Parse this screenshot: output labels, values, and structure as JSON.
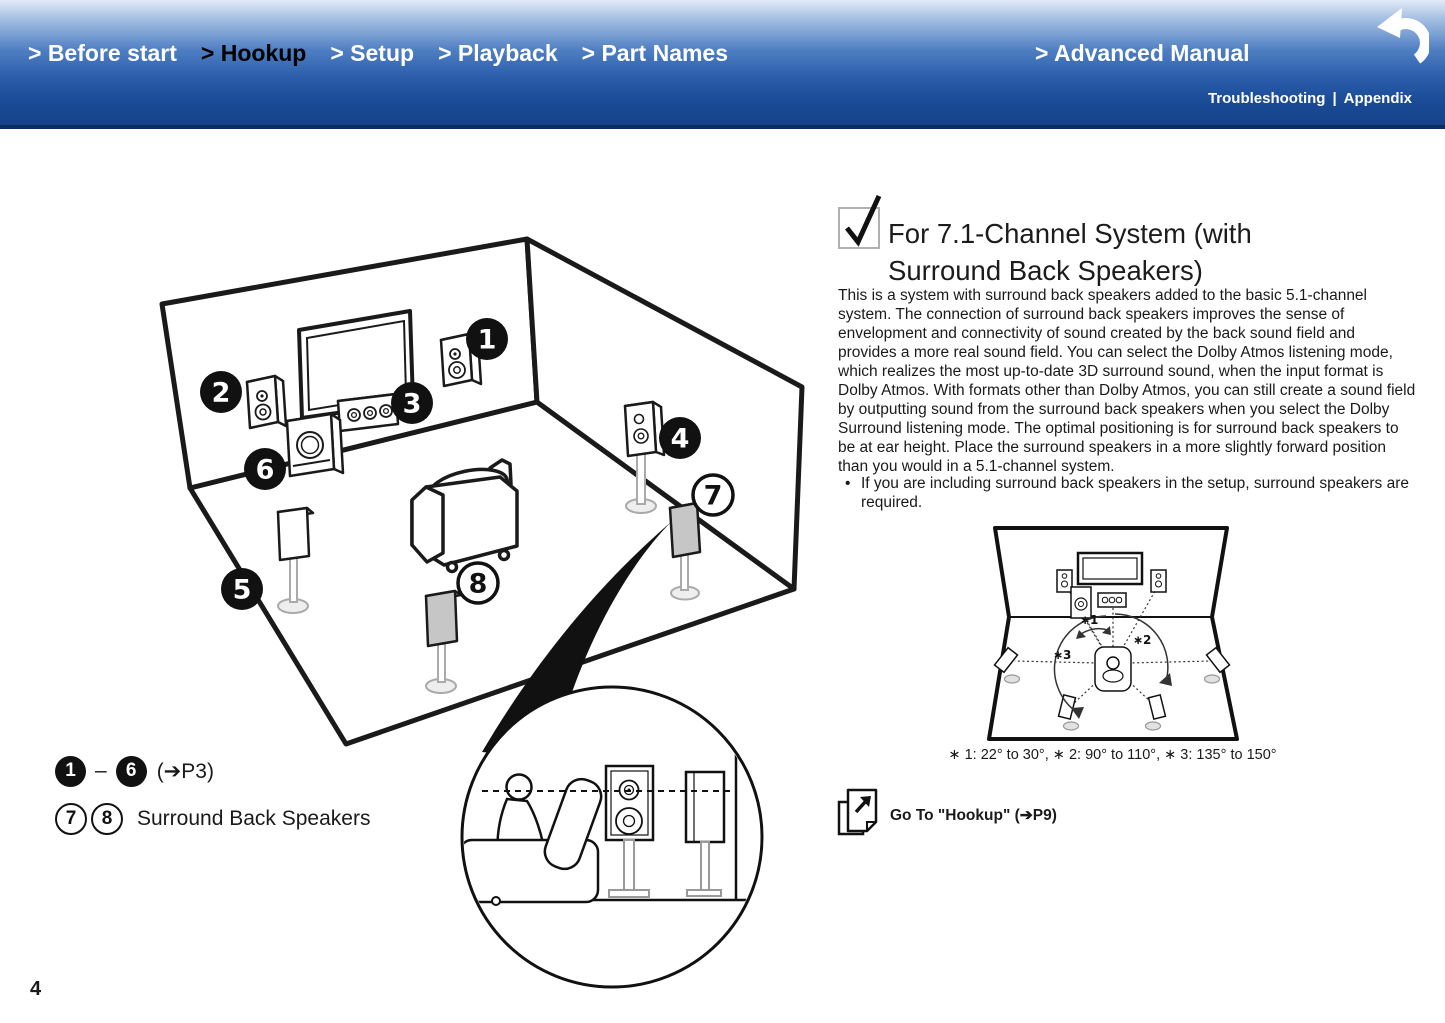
{
  "colors": {
    "header_top": "#e2eaf7",
    "header_mid": "#2a5dab",
    "header_bottom": "#16428a",
    "header_border": "#0d2c63",
    "nav_text": "#ffffff",
    "nav_current_text": "#000000",
    "body_text": "#1a1a1a",
    "surround_back_speaker_gray": "#c6c6c6"
  },
  "icons": {
    "return": "return-arrow-icon",
    "checkbox": "checkbox-checked-icon",
    "goto": "goto-pages-icon"
  },
  "header": {
    "nav": [
      {
        "label": "> Before start"
      },
      {
        "label": "> Hookup"
      },
      {
        "label": "> Setup"
      },
      {
        "label": "> Playback"
      },
      {
        "label": "> Part Names"
      }
    ],
    "advanced_label": "> Advanced Manual",
    "troubleshooting_label": "Troubleshooting",
    "separator": "|",
    "appendix_label": "Appendix"
  },
  "section": {
    "title_line1": "For 7.1-Channel System (with",
    "title_line2": "Surround Back Speakers)",
    "body": "This is a system with surround back speakers added to the basic 5.1-channel system. The connection of surround back speakers improves the sense of envelopment and connectivity of sound created by the back sound field and provides a more real sound field. You can select the Dolby Atmos listening mode, which realizes the most up-to-date 3D surround sound, when the input format is Dolby Atmos. With formats other than Dolby Atmos, you can still create a sound field by outputting sound from the surround back speakers when you select the Dolby Surround listening mode. The optimal positioning is for surround back speakers to be at ear height. Place the surround speakers in a more slightly forward position than you would in a 5.1-channel system.",
    "bullet_marker": "•",
    "bullet": "If you are including surround back speakers in the setup, surround speakers are required.",
    "angle_caption": "∗ 1: 22° to 30°,  ∗ 2: 90° to 110°,  ∗ 3: 135° to 150°",
    "goto_label": "Go To \"Hookup\" (➔P9)"
  },
  "legend": {
    "from_num": "1",
    "dash": "–",
    "to_num": "6",
    "page_ref": "(➔P3)",
    "sb_num1": "7",
    "sb_num2": "8",
    "sb_label": "Surround Back Speakers"
  },
  "room_diagram": {
    "badges": [
      "1",
      "2",
      "3",
      "4",
      "5",
      "6",
      "7",
      "8"
    ]
  },
  "mini_diagram": {
    "labels": [
      "∗1",
      "∗2",
      "∗3"
    ]
  },
  "page_number": "4"
}
